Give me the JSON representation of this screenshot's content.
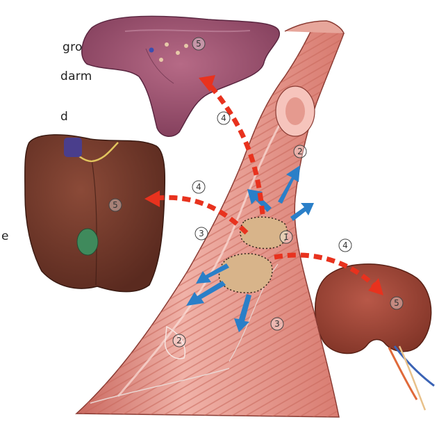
{
  "left_text": {
    "line1": "groeide",
    "line2": "darm",
    "line3": "d",
    "line4": "e"
  },
  "markers": {
    "one": "1",
    "two": "2",
    "three": "3",
    "four": "4",
    "five": "5"
  },
  "colors": {
    "spread_arrow": "#e8321e",
    "local_arrow": "#2a7fc8",
    "intestine": "#e8a39a",
    "liver": "#6e3a2c",
    "lung": "#9a4f6e",
    "kidney": "#9a4034"
  }
}
